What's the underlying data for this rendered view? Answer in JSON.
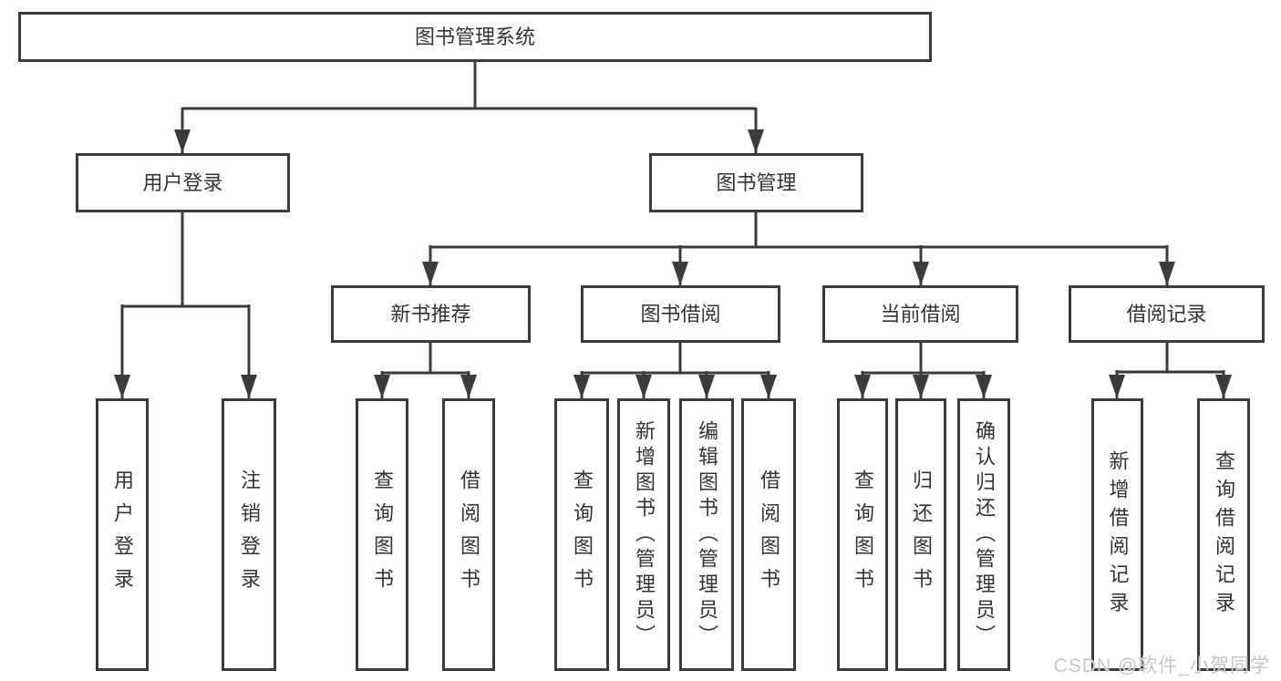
{
  "colors": {
    "line": "#3b3b3b",
    "text": "#333333",
    "background": "#ffffff",
    "watermark": "#c6c6c6"
  },
  "watermark": {
    "text": "CSDN @软件_小贺同学"
  },
  "diagram": {
    "type": "hierarchy-tree",
    "root": {
      "label": "图书管理系统",
      "children": [
        {
          "label": "用户登录",
          "children": [
            {
              "label": "用户登录"
            },
            {
              "label": "注销登录"
            }
          ]
        },
        {
          "label": "图书管理",
          "children": [
            {
              "label": "新书推荐",
              "children": [
                {
                  "label": "查询图书"
                },
                {
                  "label": "借阅图书"
                }
              ]
            },
            {
              "label": "图书借阅",
              "children": [
                {
                  "label": "查询图书"
                },
                {
                  "label": "新增图书（管理员）"
                },
                {
                  "label": "编辑图书（管理员）"
                },
                {
                  "label": "借阅图书"
                }
              ]
            },
            {
              "label": "当前借阅",
              "children": [
                {
                  "label": "查询图书"
                },
                {
                  "label": "归还图书"
                },
                {
                  "label": "确认归还（管理员）"
                }
              ]
            },
            {
              "label": "借阅记录",
              "children": [
                {
                  "label": "新增借阅记录"
                },
                {
                  "label": "查询借阅记录"
                }
              ]
            }
          ]
        }
      ]
    }
  }
}
